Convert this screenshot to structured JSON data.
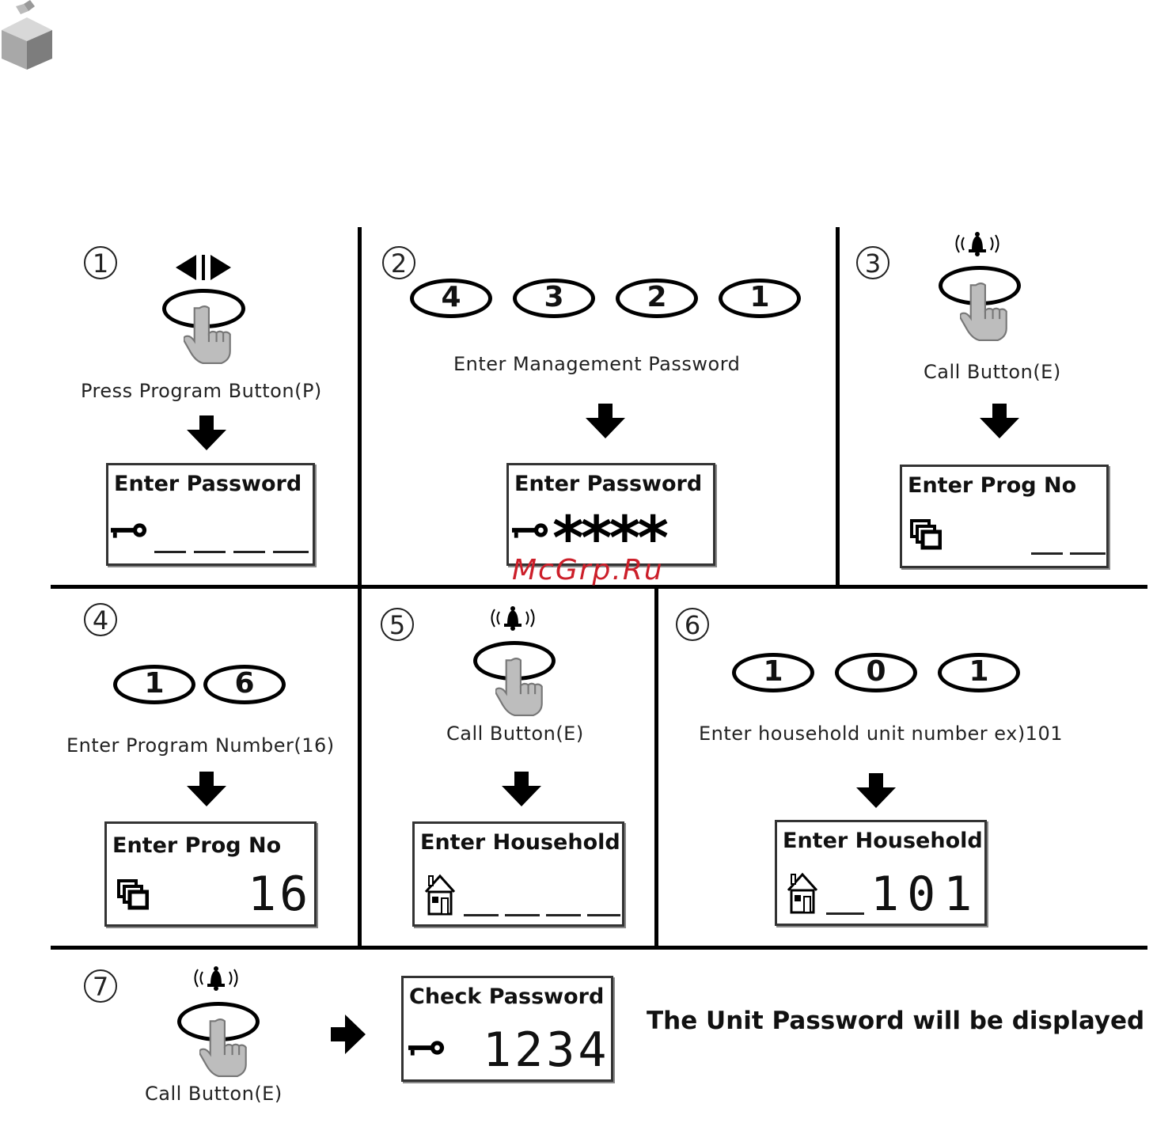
{
  "watermark": "McGrp.Ru",
  "steps": {
    "s1": {
      "num": "1",
      "icon": "left-right-arrows-icon",
      "caption": "Press Program Button(P)",
      "screen_title": "Enter Password",
      "screen_icon": "key-icon"
    },
    "s2": {
      "num": "2",
      "keys": [
        "4",
        "3",
        "2",
        "1"
      ],
      "caption": "Enter Management Password",
      "screen_title": "Enter Password",
      "screen_icon": "key-icon",
      "screen_value": "****"
    },
    "s3": {
      "num": "3",
      "icon": "bell-icon",
      "caption": "Call Button(E)",
      "screen_title": "Enter Prog  No",
      "screen_icon": "stacked-windows-icon"
    },
    "s4": {
      "num": "4",
      "keys": [
        "1",
        "6"
      ],
      "caption": "Enter Program Number(16)",
      "screen_title": "Enter Prog  No",
      "screen_icon": "stacked-windows-icon",
      "screen_value": "16"
    },
    "s5": {
      "num": "5",
      "icon": "bell-icon",
      "caption": "Call Button(E)",
      "screen_title": "Enter Household",
      "screen_icon": "house-icon"
    },
    "s6": {
      "num": "6",
      "keys": [
        "1",
        "0",
        "1"
      ],
      "caption": "Enter household unit number ex)101",
      "screen_title": "Enter Household",
      "screen_icon": "house-icon",
      "screen_value": "101"
    },
    "s7": {
      "num": "7",
      "icon": "bell-icon",
      "caption": "Call Button(E)",
      "screen_title": "Check Password",
      "screen_icon": "key-icon",
      "screen_value": "1234",
      "result_text": "The Unit Password will be  displayed"
    }
  }
}
